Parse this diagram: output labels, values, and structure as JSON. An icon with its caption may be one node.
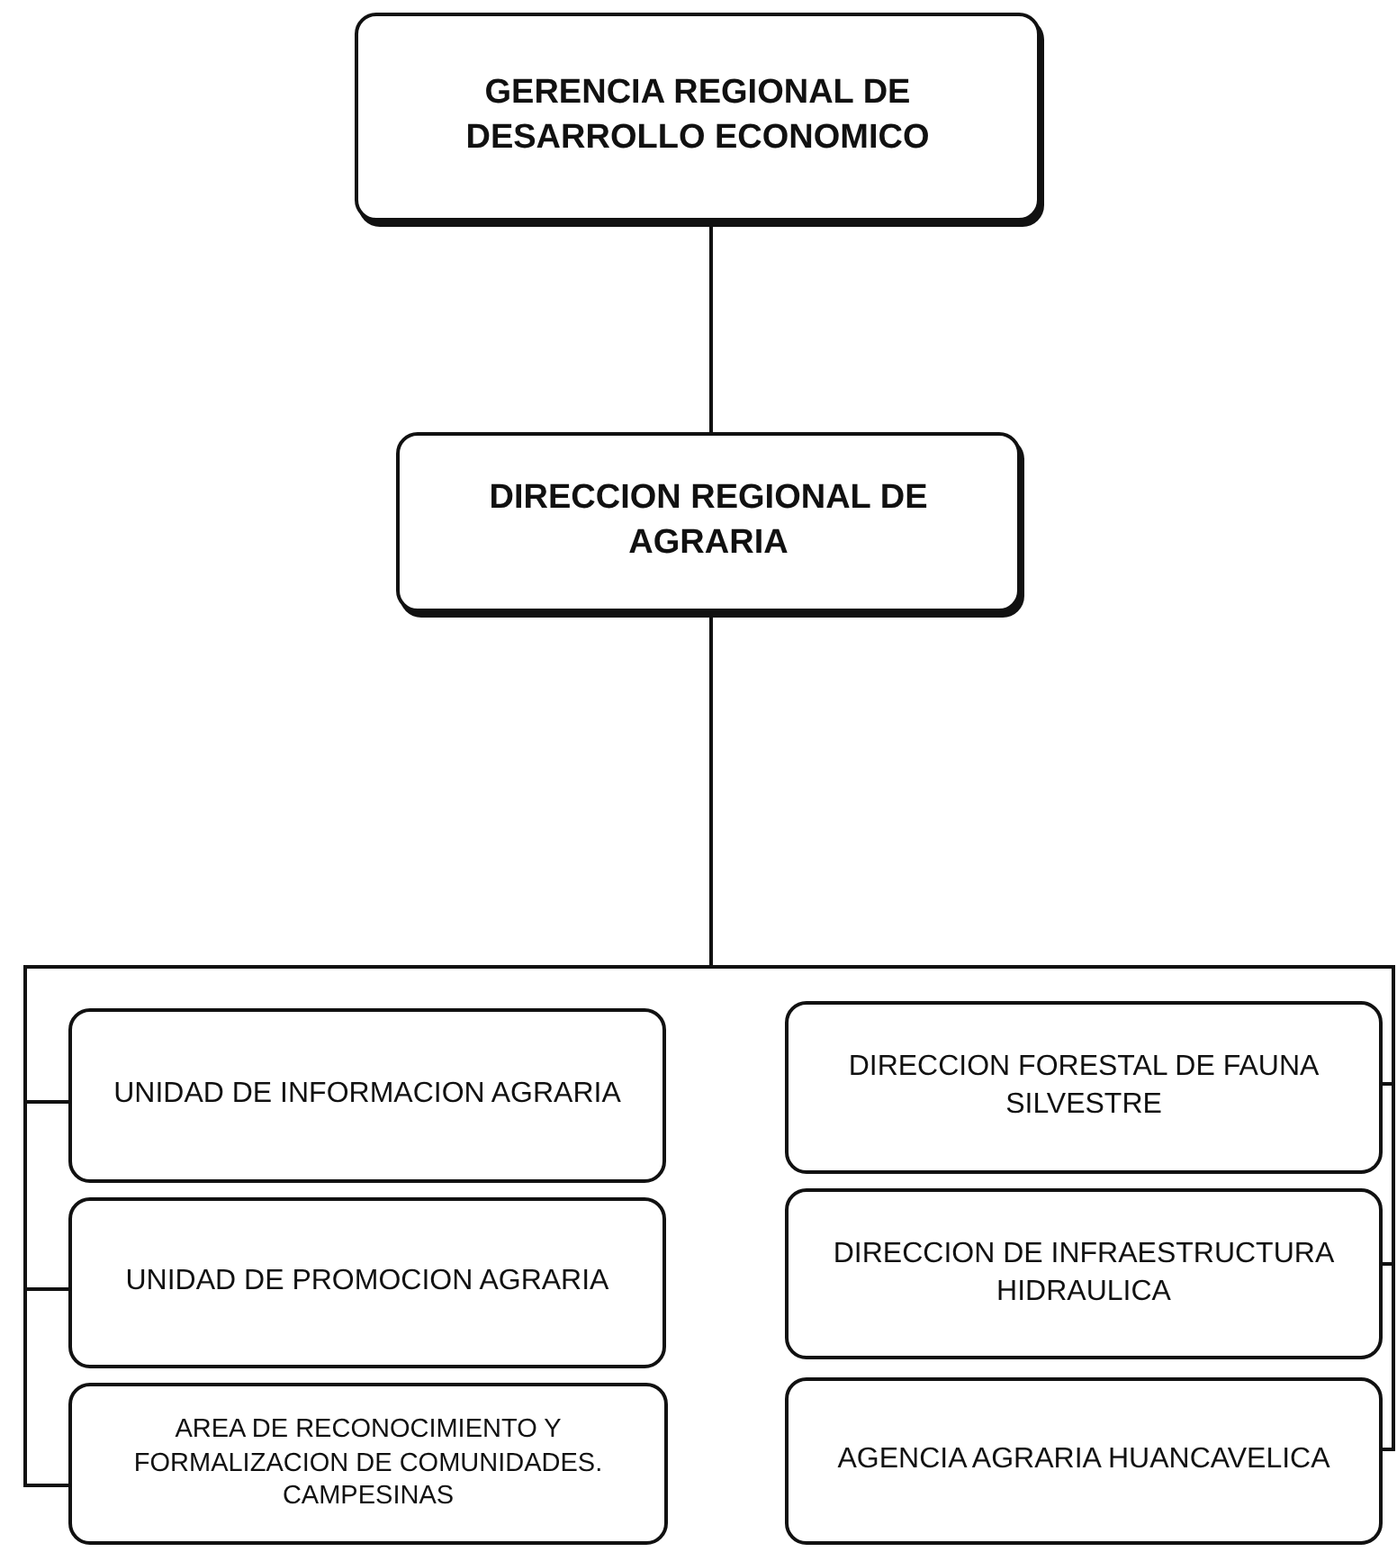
{
  "diagram": {
    "nodes": [
      {
        "text": [
          "GERENCIA REGIONAL DE DESARROLLO ECONOMICO"
        ]
      },
      {
        "text": [
          "DIRECCION REGIONAL DE AGRARIA"
        ]
      },
      {
        "text": [
          "UNIDAD DE INFORMACION AGRARIA"
        ]
      },
      {
        "text": [
          "UNIDAD DE PROMOCION AGRARIA"
        ]
      },
      {
        "text": [
          "AREA DE RECONOCIMIENTO Y FORMALIZACION DE COMUNIDADES. CAMPESINAS"
        ]
      },
      {
        "text": [
          "DIRECCION FORESTAL DE FAUNA SILVESTRE"
        ]
      },
      {
        "text": [
          "DIRECCION DE INFRAESTRUCTURA HIDRAULICA"
        ]
      },
      {
        "text": [
          "AGENCIA AGRARIA HUANCAVELICA"
        ]
      }
    ],
    "edges": [
      {
        "from": 0,
        "to": 1,
        "arrow": "none"
      },
      {
        "from": 1,
        "to": 2,
        "arrow": "none"
      },
      {
        "from": 1,
        "to": 3,
        "arrow": "none"
      },
      {
        "from": 1,
        "to": 4,
        "arrow": "none"
      },
      {
        "from": 1,
        "to": 5,
        "arrow": "none"
      },
      {
        "from": 1,
        "to": 6,
        "arrow": "none"
      },
      {
        "from": 1,
        "to": 7,
        "arrow": "none"
      }
    ]
  }
}
